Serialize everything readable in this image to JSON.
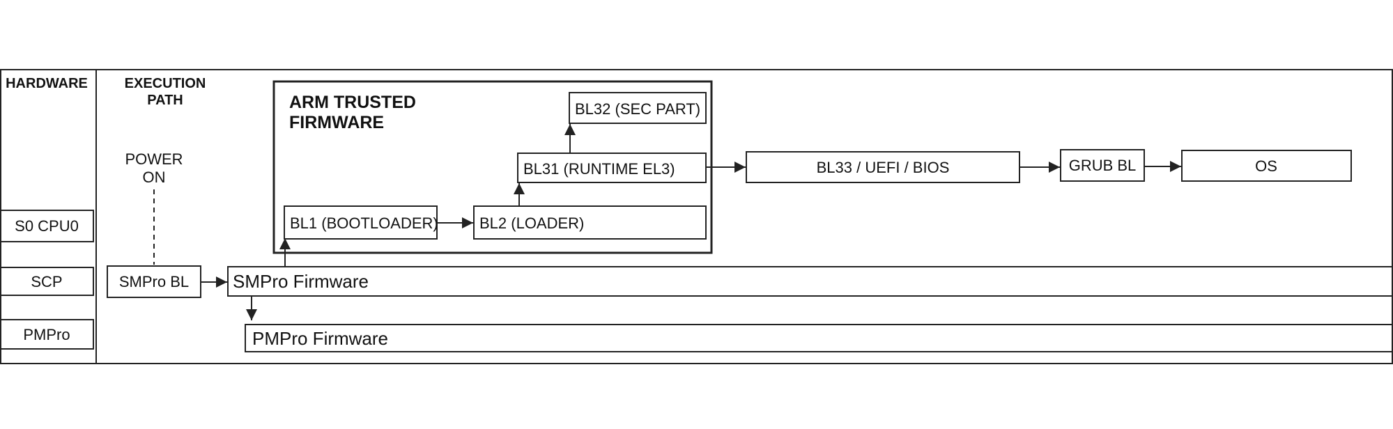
{
  "columns": {
    "hardware": "HARDWARE",
    "execution_path": [
      "EXECUTION",
      "PATH"
    ]
  },
  "hardware_rows": [
    "S0 CPU0",
    "SCP",
    "PMPro"
  ],
  "power_on": [
    "POWER",
    "ON"
  ],
  "atf": {
    "title": [
      "ARM TRUSTED",
      "FIRMWARE"
    ],
    "bl1": "BL1 (BOOTLOADER)",
    "bl2": "BL2 (LOADER)",
    "bl31": "BL31 (RUNTIME EL3)",
    "bl32": "BL32 (SEC PART)"
  },
  "bl33": "BL33 / UEFI / BIOS",
  "grub": "GRUB BL",
  "os": "OS",
  "smpro_bl": "SMPro BL",
  "smpro_firmware": "SMPro Firmware",
  "pmpro_firmware": "PMPro Firmware",
  "colors": {
    "stroke": "#222222",
    "background": "#ffffff"
  }
}
